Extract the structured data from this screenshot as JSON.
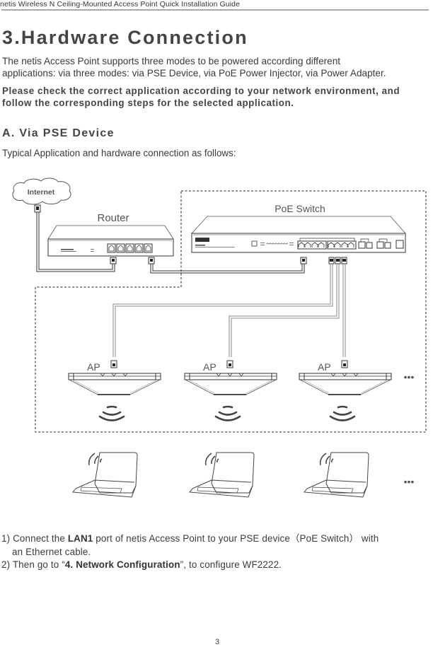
{
  "header": {
    "running_title": "netis Wireless N Ceiling-Mounted Access Point  Quick Installation Guide"
  },
  "section": {
    "title": "3.Hardware Connection",
    "intro_lines": [
      "The netis Access Point supports three modes to be powered according different",
      "applications: via three modes: via PSE Device, via PoE Power Injector, via Power Adapter."
    ],
    "note_lines": [
      "Please check the correct application according to your network environment, and",
      "follow the corresponding steps for the selected application."
    ]
  },
  "subsection": {
    "title": "A. Via PSE Device",
    "caption": "Typical Application and hardware connection as follows:"
  },
  "diagram": {
    "internet_label": "Internet",
    "router_label": "Router",
    "switch_label": "PoE Switch",
    "ap_labels": [
      "AP",
      "AP",
      "AP"
    ],
    "more_symbol": "•••",
    "colors": {
      "line": "#333333",
      "cable_gray": "#888888",
      "dashed": "#222222"
    }
  },
  "steps": [
    {
      "num": "1)",
      "pre": " Connect the ",
      "bold": "LAN1",
      "post": " port of netis Access Point to your PSE device（PoE Switch） with",
      "cont": "an Ethernet cable."
    },
    {
      "num": "2)",
      "pre": " Then go to “",
      "bold": "4. Network Configuration",
      "post": "”, to configure WF2222."
    }
  ],
  "footer": {
    "page_number": "3"
  }
}
